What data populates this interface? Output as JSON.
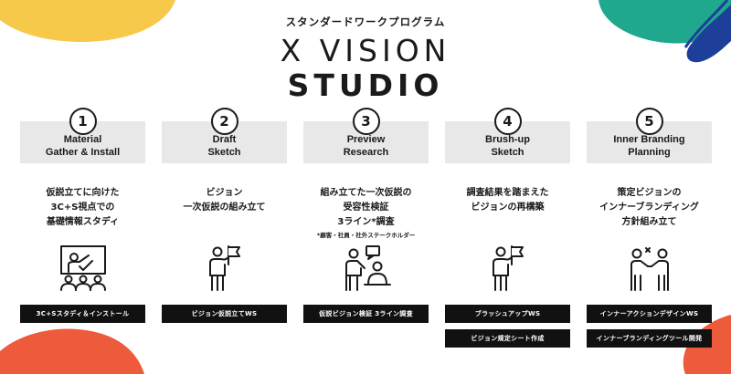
{
  "header": {
    "subtitle": "スタンダードワークプログラム",
    "title_line1": "X VISION",
    "title_line2": "STUDIO"
  },
  "steps": [
    {
      "number": "1",
      "name": "Material\nGather & Install",
      "description": "仮説立てに向けた\n3C+S視点での\n基礎情報スタディ",
      "note": "",
      "icon": "presentation-teacher-icon",
      "workshops": [
        "3C+Sスタディ＆インストール"
      ]
    },
    {
      "number": "2",
      "name": "Draft\nSketch",
      "description": "ビジョン\n一次仮説の組み立て",
      "note": "",
      "icon": "person-with-flag-icon",
      "workshops": [
        "ビジョン仮説立てWS"
      ]
    },
    {
      "number": "3",
      "name": "Preview\nResearch",
      "description": "組み立てた一次仮説の\n受容性検証\n3ライン*調査",
      "note": "*顧客・社員・社外ステークホルダー",
      "icon": "interview-icon",
      "workshops": [
        "仮説ビジョン検証 3ライン調査"
      ]
    },
    {
      "number": "4",
      "name": "Brush-up\nSketch",
      "description": "調査結果を踏まえた\nビジョンの再構築",
      "note": "",
      "icon": "person-with-flag-icon",
      "workshops": [
        "ブラッシュアップWS",
        "ビジョン規定シート作成"
      ]
    },
    {
      "number": "5",
      "name": "Inner Branding\nPlanning",
      "description": "策定ビジョンの\nインナーブランディング\n方針組み立て",
      "note": "",
      "icon": "handshake-icon",
      "workshops": [
        "インナーアクションデザインWS",
        "インナーブランディングツール開発"
      ]
    }
  ],
  "colors": {
    "yellow": "#f6c94a",
    "teal": "#1fa88e",
    "blue": "#1d3f9a",
    "red": "#ee5a3c",
    "step_header_bg": "#e8e8e8",
    "pill_bg": "#111111"
  }
}
